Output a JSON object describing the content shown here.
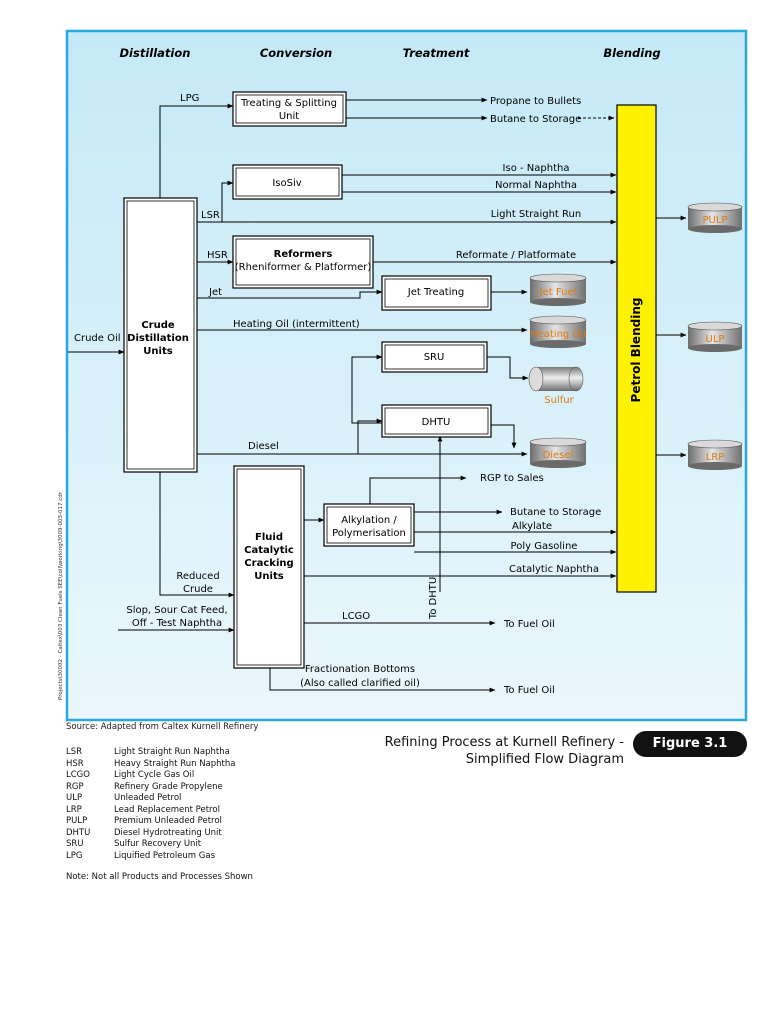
{
  "headers": {
    "distillation": "Distillation",
    "conversion": "Conversion",
    "treatment": "Treatment",
    "blending": "Blending"
  },
  "units": {
    "crude": [
      "Crude",
      "Distillation",
      "Units"
    ],
    "treating": [
      "Treating & Splitting",
      "Unit"
    ],
    "isosiv": "IsoSiv",
    "reformers": [
      "Reformers",
      "(Rheniformer & Platformer)"
    ],
    "jet_treating": "Jet Treating",
    "sru": "SRU",
    "dhtu": "DHTU",
    "fcc": [
      "Fluid",
      "Catalytic",
      "Cracking",
      "Units"
    ],
    "alkylation": [
      "Alkylation /",
      "Polymerisation"
    ],
    "petrol_blending": "Petrol Blending"
  },
  "streams": {
    "crude_oil": "Crude Oil",
    "lpg": "LPG",
    "lsr": "LSR",
    "hsr": "HSR",
    "jet": "Jet",
    "heating_oil": "Heating Oil (intermittent)",
    "diesel": "Diesel",
    "reduced_crude": [
      "Reduced",
      "Crude"
    ],
    "slop": [
      "Slop, Sour Cat Feed,",
      "Off - Test Naphtha"
    ],
    "lcgo": "LCGO",
    "fractionation": [
      "Fractionation Bottoms",
      "(Also called clarified oil)"
    ],
    "to_dhtu": "To DHTU",
    "propane": "Propane to Bullets",
    "butane_storage_1": "Butane to Storage",
    "iso_naphtha": "Iso - Naphtha",
    "normal_naphtha": "Normal Naphtha",
    "light_straight_run": "Light Straight Run",
    "reformate": "Reformate / Platformate",
    "rgp_sales": "RGP to Sales",
    "butane_storage_2": "Butane to Storage",
    "alkylate": "Alkylate",
    "poly_gasoline": "Poly Gasoline",
    "catalytic_naphtha": "Catalytic Naphtha",
    "to_fuel_oil_1": "To Fuel Oil",
    "to_fuel_oil_2": "To Fuel Oil"
  },
  "tanks": {
    "jet_fuel": "Jet Fuel",
    "heating_oil": "Heating Oil",
    "sulfur": "Sulfur",
    "diesel": "Diesel",
    "pulp": "PULP",
    "ulp": "ULP",
    "lrp": "LRP"
  },
  "source": "Source: Adapted from Caltex Kurnell Refinery",
  "caption": [
    "Refining Process at Kurnell Refinery -",
    "Simplified Flow Diagram"
  ],
  "figure_label": "Figure 3.1",
  "legend": [
    {
      "abbr": "LSR",
      "desc": "Light Straight Run Naphtha"
    },
    {
      "abbr": "HSR",
      "desc": "Heavy Straight Run Naphtha"
    },
    {
      "abbr": "LCGO",
      "desc": "Light Cycle Gas Oil"
    },
    {
      "abbr": "RGP",
      "desc": "Refinery Grade Propylene"
    },
    {
      "abbr": "ULP",
      "desc": "Unleaded Petrol"
    },
    {
      "abbr": "LRP",
      "desc": "Lead Replacement Petrol"
    },
    {
      "abbr": "PULP",
      "desc": "Premium Unleaded Petrol"
    },
    {
      "abbr": "DHTU",
      "desc": "Diesel Hydrotreating Unit"
    },
    {
      "abbr": "SRU",
      "desc": "Sulfur Recovery Unit"
    },
    {
      "abbr": "LPG",
      "desc": "Liquified Petroleum Gas"
    }
  ],
  "note": "Note: Not all Products and Processes Shown",
  "side_text": "Projects\\30092 - Caltex\\003 Clean Fuels SEE\\coll\\working\\3009-003-017.cdr",
  "colors": {
    "panel_top": "#c5e9f7",
    "panel_bottom": "#e9f7fc",
    "panel_border": "#29a7df",
    "blending_bar": "#fff200",
    "product_text": "#e07a10"
  }
}
